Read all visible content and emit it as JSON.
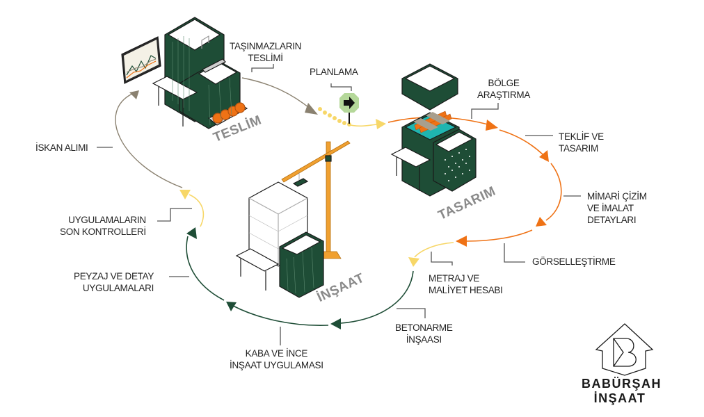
{
  "colors": {
    "green": "#1e4d36",
    "orange": "#ef7215",
    "yellow": "#f7d768",
    "taupe": "#8a8170",
    "crane": "#f0a030",
    "teal": "#1fb5b0",
    "phase_text": "#8a8a8a",
    "planlama_sign": "#b5d89a"
  },
  "phases": {
    "teslim": "TESLİM",
    "tasarim": "TASARIM",
    "insaat": "İNŞAAT"
  },
  "steps": {
    "planlama": "PLANLAMA",
    "bolge_arastirma": [
      "BÖLGE",
      "ARAŞTIRMA"
    ],
    "teklif_ve_tasarim": [
      "TEKLİF VE",
      "TASARIM"
    ],
    "mimari_cizim": [
      "MİMARİ ÇİZİM",
      "VE İMALAT",
      "DETAYLARI"
    ],
    "gorsellestirme": "GÖRSELLEŞTİRME",
    "metraj": [
      "METRAJ VE",
      "MALİYET HESABI"
    ],
    "betonarme": [
      "BETONARME",
      "İNŞAASI"
    ],
    "kaba_ince": [
      "KABA VE İNCE",
      "İNŞAAT UYGULAMASI"
    ],
    "peyzaj": [
      "PEYZAJ VE DETAY",
      "UYGULAMALARI"
    ],
    "son_kontroller": [
      "UYGULAMALARIN",
      "SON KONTROLLERİ"
    ],
    "iskan_alimi": "İSKAN ALIMI",
    "tasinmaz_teslimi": [
      "TAŞINMAZLARIN",
      "TESLİMİ"
    ]
  },
  "brand": {
    "line1": "BABÜRŞAH",
    "line2": "İNŞAAT",
    "logo_letter": "B"
  },
  "icons": {
    "planlama_sign": "arrow-right-octagon-icon",
    "monitor": "line-chart-monitor-icon",
    "crane": "tower-crane-icon",
    "logo": "house-b-logo-icon"
  }
}
